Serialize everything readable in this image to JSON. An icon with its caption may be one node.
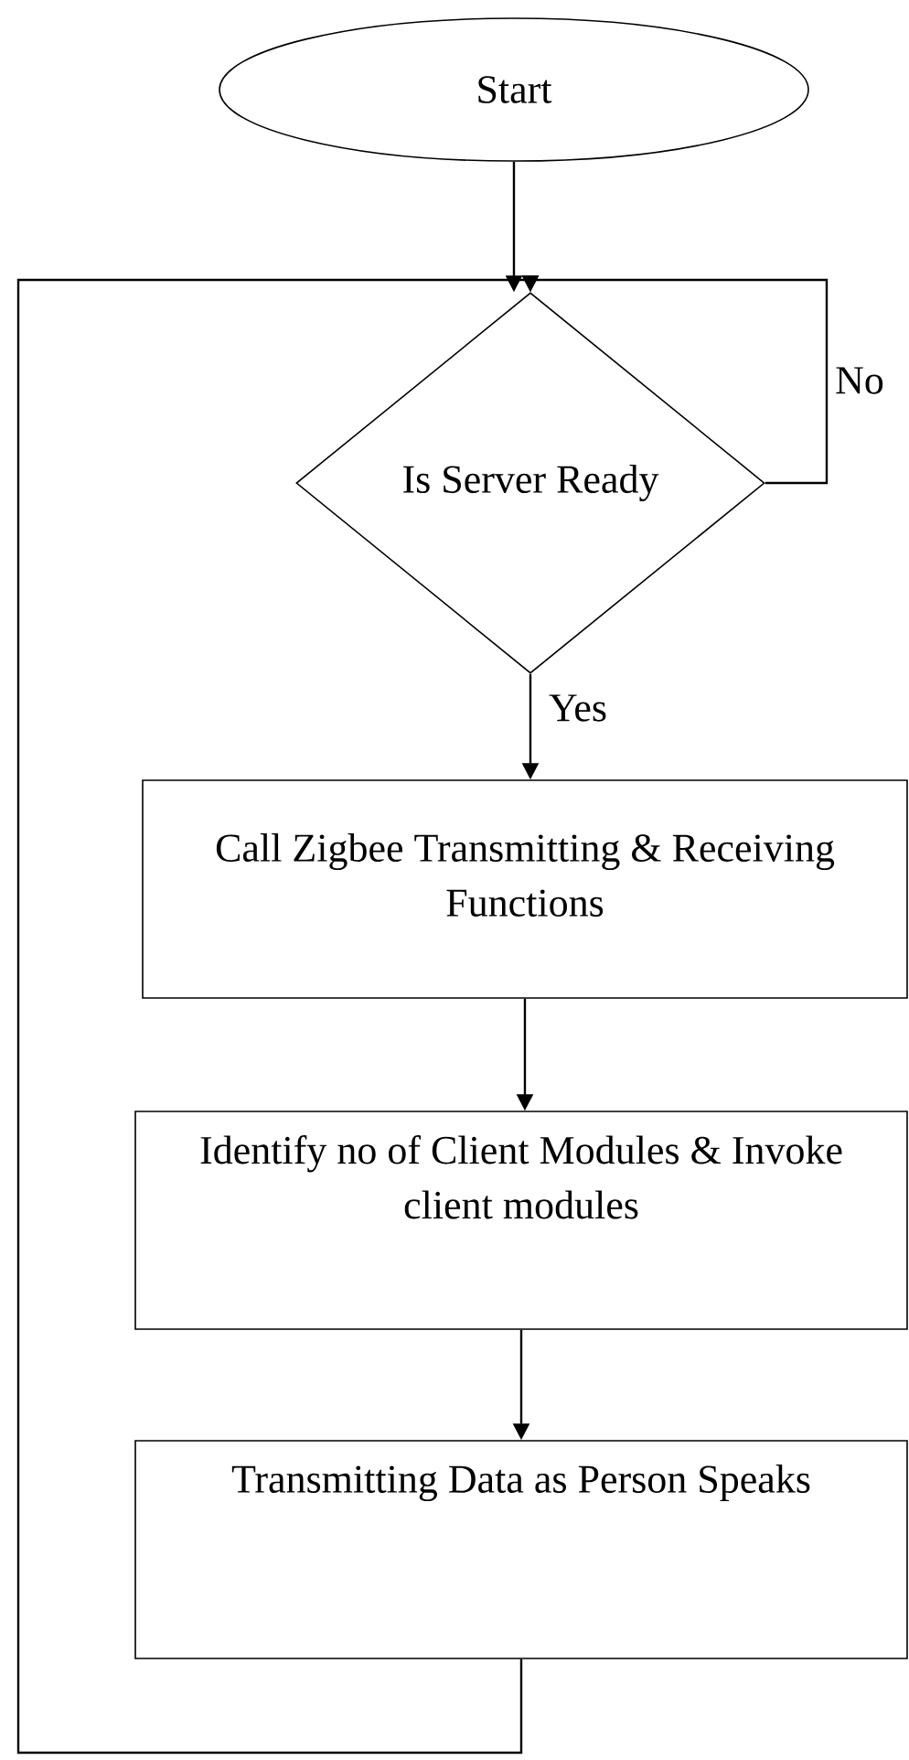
{
  "diagram": {
    "nodes": [
      {
        "text": [
          "Start"
        ]
      },
      {
        "text": [
          "Is Server Ready"
        ]
      },
      {
        "text": [
          "Call Zigbee Transmitting & Receiving Functions"
        ]
      },
      {
        "text": [
          "Identify no of Client Modules & Invoke client modules"
        ]
      },
      {
        "text": [
          "Transmitting Data as Person Speaks"
        ]
      }
    ],
    "edges": [
      {
        "from": 0,
        "to": 1,
        "arrow": "to"
      },
      {
        "from": 1,
        "to": 1,
        "label": "No",
        "arrow": "to"
      },
      {
        "from": 1,
        "to": 2,
        "label": "Yes",
        "arrow": "to"
      },
      {
        "from": 2,
        "to": 3,
        "arrow": "to"
      },
      {
        "from": 3,
        "to": 4,
        "arrow": "to"
      },
      {
        "from": 4,
        "to": 1,
        "arrow": "to"
      }
    ]
  }
}
